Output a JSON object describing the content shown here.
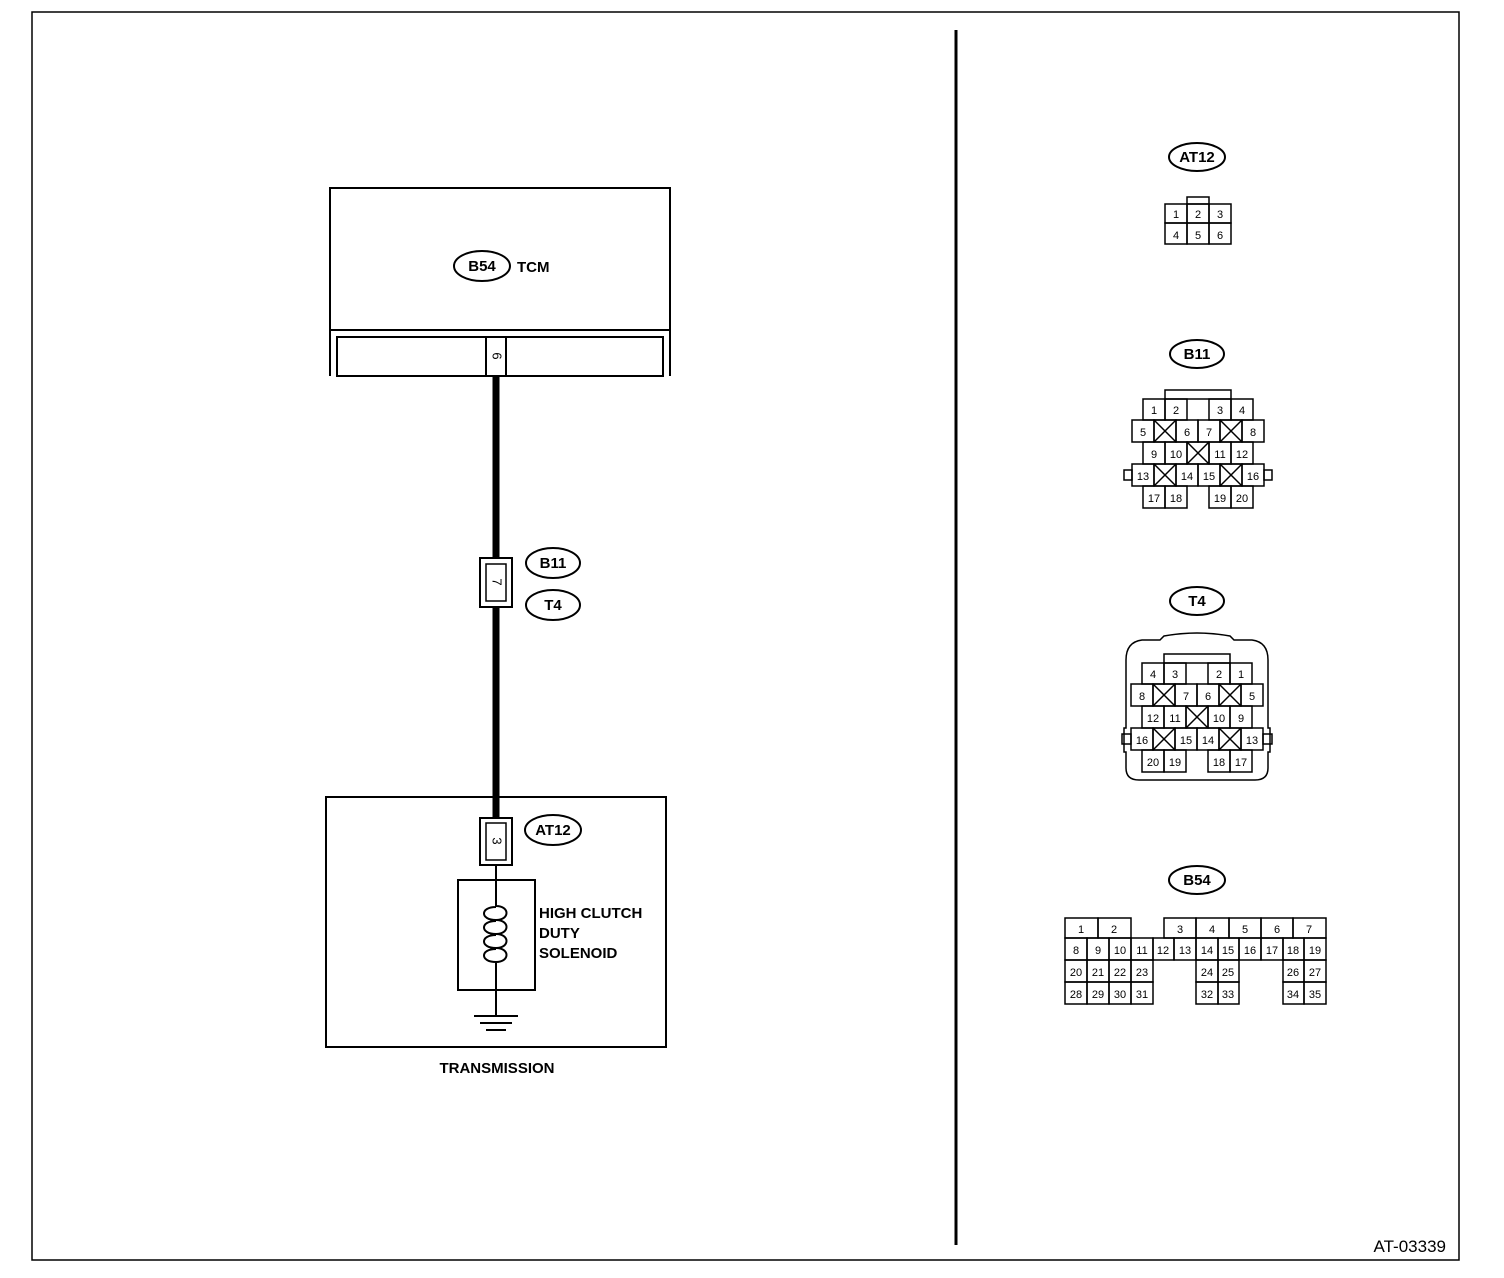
{
  "tcm": {
    "connector_id": "B54",
    "label": "TCM",
    "terminal": "6"
  },
  "joint": {
    "connector_top": "B11",
    "connector_bottom": "T4",
    "terminal": "7"
  },
  "transmission": {
    "label": "TRANSMISSION",
    "connector_id": "AT12",
    "terminal": "3",
    "solenoid_lines": [
      "HIGH CLUTCH",
      "DUTY",
      "SOLENOID"
    ]
  },
  "views": {
    "at12": {
      "id": "AT12",
      "row1": [
        "1",
        "2",
        "3"
      ],
      "row2": [
        "4",
        "5",
        "6"
      ]
    },
    "b11": {
      "id": "B11",
      "r1": [
        "1",
        "2",
        "3",
        "4"
      ],
      "r2": [
        "5",
        "6",
        "7",
        "8"
      ],
      "r3": [
        "9",
        "10",
        "11",
        "12"
      ],
      "r4": [
        "13",
        "14",
        "15",
        "16"
      ],
      "r5": [
        "17",
        "18",
        "19",
        "20"
      ]
    },
    "t4": {
      "id": "T4",
      "r1": [
        "4",
        "3",
        "2",
        "1"
      ],
      "r2": [
        "8",
        "7",
        "6",
        "5"
      ],
      "r3": [
        "12",
        "11",
        "10",
        "9"
      ],
      "r4": [
        "16",
        "15",
        "14",
        "13"
      ],
      "r5": [
        "20",
        "19",
        "18",
        "17"
      ]
    },
    "b54": {
      "id": "B54",
      "r1": [
        "1",
        "2",
        "3",
        "4",
        "5",
        "6",
        "7"
      ],
      "r2": [
        "8",
        "9",
        "10",
        "11",
        "12",
        "13",
        "14",
        "15",
        "16",
        "17",
        "18",
        "19"
      ],
      "r3": [
        "20",
        "21",
        "22",
        "23",
        "24",
        "25",
        "26",
        "27"
      ],
      "r4": [
        "28",
        "29",
        "30",
        "31",
        "32",
        "33",
        "34",
        "35"
      ]
    }
  },
  "figure_id": "AT-03339"
}
